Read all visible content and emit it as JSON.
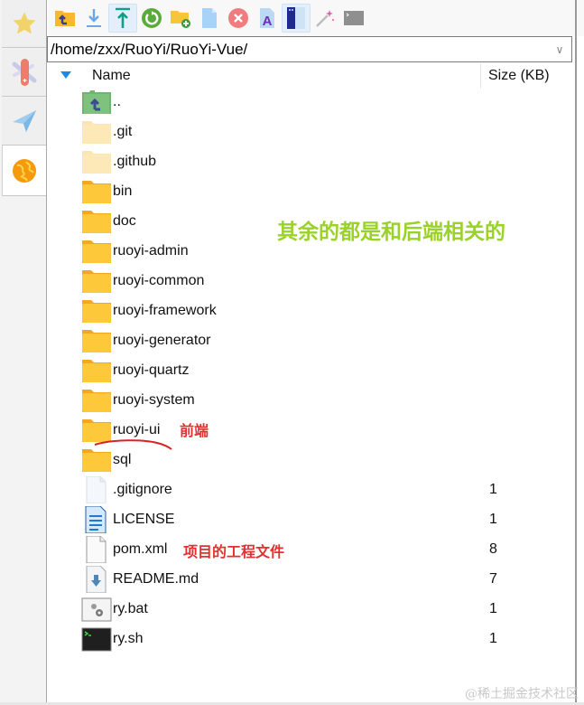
{
  "sidebar": {
    "tabs": [
      {
        "icon": "star-icon",
        "label": "Favorites"
      },
      {
        "icon": "swiss-knife-icon",
        "label": "Tools"
      },
      {
        "icon": "paper-plane-icon",
        "label": "Send"
      },
      {
        "icon": "globe-icon",
        "label": "Remote",
        "active": true
      }
    ]
  },
  "toolbar": {
    "buttons": [
      "parent-folder-icon",
      "download-icon",
      "upload-icon",
      "refresh-icon",
      "new-folder-icon",
      "new-file-icon",
      "delete-icon",
      "rename-icon",
      "properties-icon",
      "magic-wand-icon",
      "terminal-icon"
    ]
  },
  "pathbar": {
    "path": "/home/zxx/RuoYi/RuoYi-Vue/"
  },
  "list": {
    "columns": {
      "name": "Name",
      "size": "Size (KB)"
    },
    "rows": [
      {
        "name": "..",
        "size": "",
        "type": "parent"
      },
      {
        "name": ".git",
        "size": "",
        "type": "folder-hidden"
      },
      {
        "name": ".github",
        "size": "",
        "type": "folder-hidden"
      },
      {
        "name": "bin",
        "size": "",
        "type": "folder"
      },
      {
        "name": "doc",
        "size": "",
        "type": "folder"
      },
      {
        "name": "ruoyi-admin",
        "size": "",
        "type": "folder"
      },
      {
        "name": "ruoyi-common",
        "size": "",
        "type": "folder"
      },
      {
        "name": "ruoyi-framework",
        "size": "",
        "type": "folder"
      },
      {
        "name": "ruoyi-generator",
        "size": "",
        "type": "folder"
      },
      {
        "name": "ruoyi-quartz",
        "size": "",
        "type": "folder"
      },
      {
        "name": "ruoyi-system",
        "size": "",
        "type": "folder"
      },
      {
        "name": "ruoyi-ui",
        "size": "",
        "type": "folder"
      },
      {
        "name": "sql",
        "size": "",
        "type": "folder"
      },
      {
        "name": ".gitignore",
        "size": "1",
        "type": "file-blank"
      },
      {
        "name": "LICENSE",
        "size": "1",
        "type": "file-text"
      },
      {
        "name": "pom.xml",
        "size": "8",
        "type": "file-plain"
      },
      {
        "name": "README.md",
        "size": "7",
        "type": "file-md"
      },
      {
        "name": "ry.bat",
        "size": "1",
        "type": "file-bat"
      },
      {
        "name": "ry.sh",
        "size": "1",
        "type": "file-sh"
      }
    ]
  },
  "annotations": {
    "backend_note": "其余的都是和后端相关的",
    "frontend_note": "前端",
    "pom_note": "项目的工程文件",
    "colors": {
      "green": "#9ad22a",
      "red": "#e0312f"
    }
  },
  "watermark": "@稀土掘金技术社区"
}
